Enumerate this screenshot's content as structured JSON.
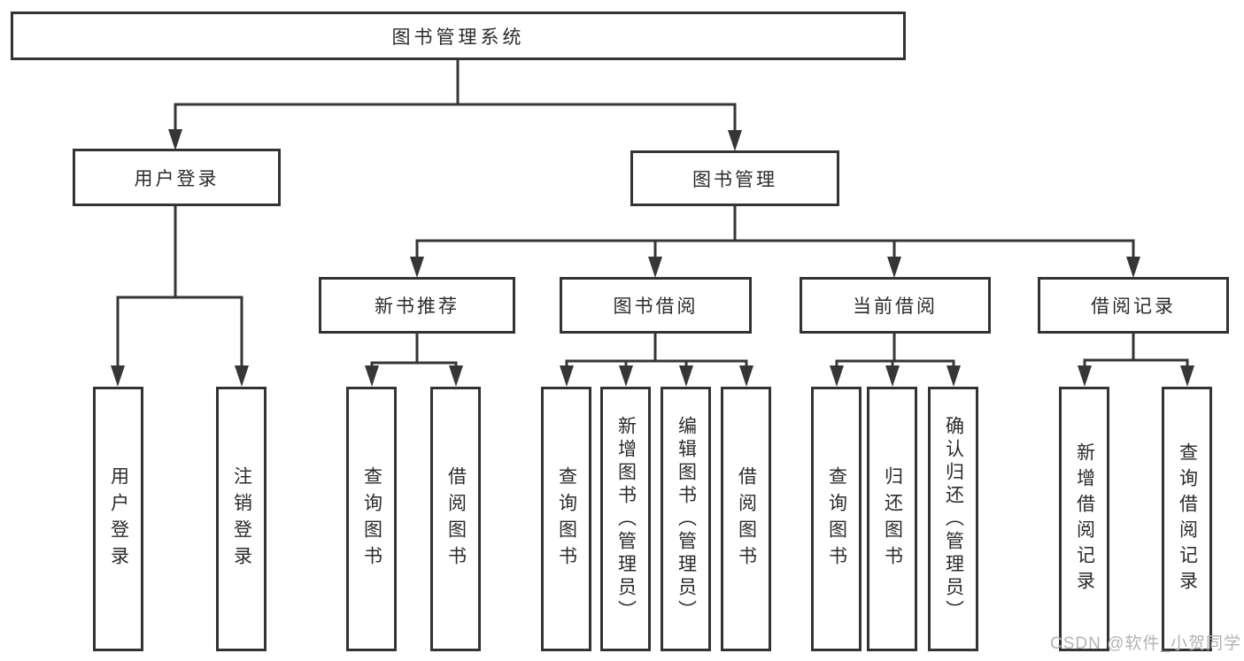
{
  "diagram": {
    "title": "图书管理系统",
    "watermark": "CSDN @软件_小贺同学",
    "colors": {
      "line": "#363636",
      "box_border": "#333333",
      "text": "#2b2b2b",
      "watermark": "#b2b3b8",
      "background": "#ffffff"
    },
    "nodes": {
      "root": {
        "label": "图书管理系统"
      },
      "level2": [
        {
          "id": "user-login",
          "label": "用户登录"
        },
        {
          "id": "book-management",
          "label": "图书管理"
        }
      ],
      "level3": [
        {
          "id": "new-book-recommend",
          "parent": "图书管理",
          "label": "新书推荐"
        },
        {
          "id": "book-borrow",
          "parent": "图书管理",
          "label": "图书借阅"
        },
        {
          "id": "current-borrow",
          "parent": "图书管理",
          "label": "当前借阅"
        },
        {
          "id": "borrow-records",
          "parent": "图书管理",
          "label": "借阅记录"
        }
      ],
      "leaves": [
        {
          "parent": "用户登录",
          "label": "用户登录"
        },
        {
          "parent": "用户登录",
          "label": "注销登录"
        },
        {
          "parent": "新书推荐",
          "label": "查询图书"
        },
        {
          "parent": "新书推荐",
          "label": "借阅图书"
        },
        {
          "parent": "图书借阅",
          "label": "查询图书"
        },
        {
          "parent": "图书借阅",
          "label": "新增图书（管理员）"
        },
        {
          "parent": "图书借阅",
          "label": "编辑图书（管理员）"
        },
        {
          "parent": "图书借阅",
          "label": "借阅图书"
        },
        {
          "parent": "当前借阅",
          "label": "查询图书"
        },
        {
          "parent": "当前借阅",
          "label": "归还图书"
        },
        {
          "parent": "当前借阅",
          "label": "确认归还（管理员）"
        },
        {
          "parent": "借阅记录",
          "label": "新增借阅记录"
        },
        {
          "parent": "借阅记录",
          "label": "查询借阅记录"
        }
      ]
    }
  }
}
